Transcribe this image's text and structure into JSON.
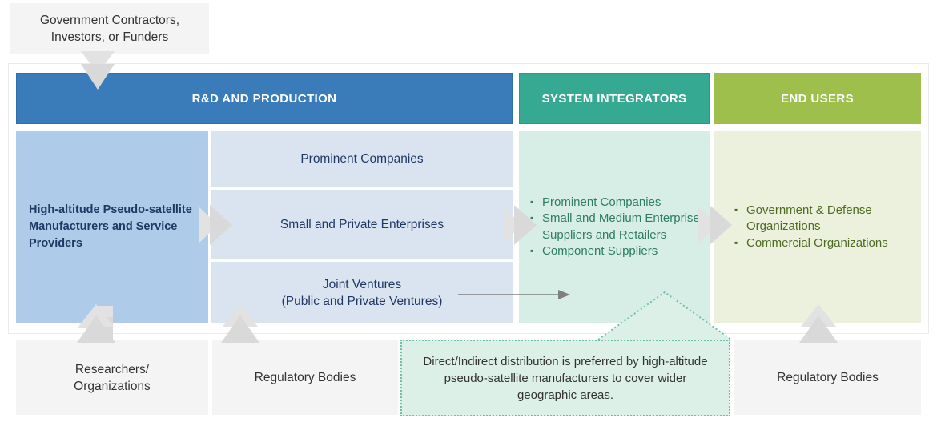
{
  "diagram": {
    "title_top": "Government Contractors, Investors, or Funders",
    "top_source": {
      "label": "Government Contractors,\nInvestors, or Funders"
    },
    "headers": [
      {
        "id": "rnd",
        "label": "R&D AND PRODUCTION",
        "color": "#3a7cb9"
      },
      {
        "id": "system-integrators",
        "label": "SYSTEM INTEGRATORS",
        "color": "#36a992"
      },
      {
        "id": "end-users",
        "label": "END USERS",
        "color": "#9fbf4c"
      }
    ],
    "rnd": {
      "manufacturer_label": "High-altitude Pseudo-satellite Manufacturers and Service Providers",
      "rows": [
        {
          "id": "prominent-companies",
          "label": "Prominent Companies"
        },
        {
          "id": "small-private-enterprises",
          "label": "Small and Private Enterprises"
        },
        {
          "id": "joint-ventures",
          "label": "Joint Ventures\n(Public and Private Ventures)"
        }
      ]
    },
    "system_integrators": {
      "items": [
        "Prominent Companies",
        "Small and Medium Enterprise Suppliers and Retailers",
        "Component Suppliers"
      ]
    },
    "end_users": {
      "items": [
        "Government & Defense Organizations",
        "Commercial Organizations"
      ]
    },
    "bottom": [
      {
        "id": "researchers-organizations",
        "label": "Researchers/\nOrganizations"
      },
      {
        "id": "regulatory-bodies-1",
        "label": "Regulatory Bodies"
      },
      {
        "id": "regulatory-bodies-2",
        "label": "Regulatory Bodies"
      }
    ],
    "callout": {
      "text": "Direct/Indirect distribution is preferred by high-altitude pseudo-satellite manufacturers to cover wider geographic areas.",
      "border_color": "#6dc0aa",
      "background_color": "#ddf0e8"
    },
    "colors": {
      "blue_header": "#3a7cb9",
      "teal_header": "#36a992",
      "green_header": "#9fbf4c",
      "manufacturer_fill": "#aecce9",
      "rnd_row_fill": "#dae4f0",
      "system_fill": "#d7eee6",
      "end_fill": "#ecf1dd",
      "grey_box_fill": "#f4f4f4",
      "arrow_grey": "#d9d9d9",
      "connector_arrow": "#808080"
    },
    "icons": {
      "down_arrow": "chevron-down-double-icon",
      "right_arrow": "chevron-right-double-icon",
      "up_arrow": "chevron-up-double-icon",
      "connector": "arrow-right-line-icon"
    }
  }
}
